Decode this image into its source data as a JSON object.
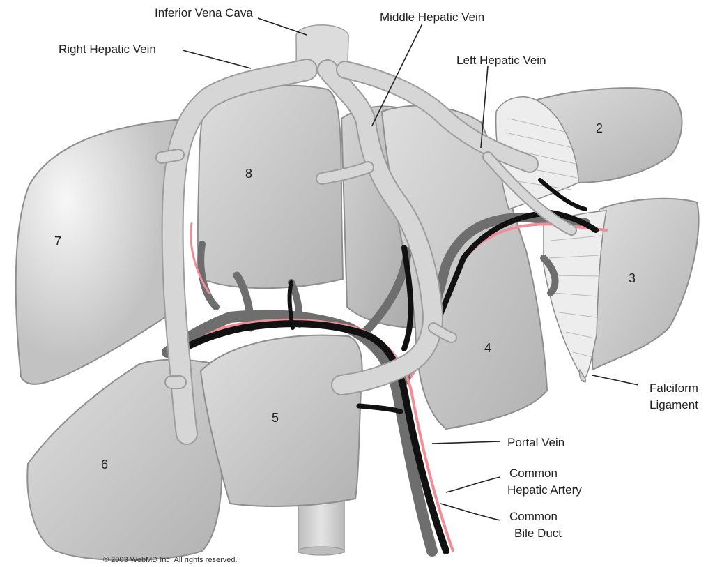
{
  "labels": {
    "inferior_vena_cava": "Inferior Vena Cava",
    "right_hepatic_vein": "Right Hepatic Vein",
    "middle_hepatic_vein": "Middle Hepatic Vein",
    "left_hepatic_vein": "Left Hepatic Vein",
    "falciform_line1": "Falciform",
    "falciform_line2": "Ligament",
    "portal_vein": "Portal Vein",
    "common_hepatic_artery_line1": "Common",
    "common_hepatic_artery_line2": "Hepatic Artery",
    "common_bile_duct_line1": "Common",
    "common_bile_duct_line2": "Bile Duct"
  },
  "segments": {
    "s2": "2",
    "s3": "3",
    "s4": "4",
    "s5": "5",
    "s6": "6",
    "s7": "7",
    "s8": "8"
  },
  "copyright": "© 2003 WebMD Inc. All rights reserved.",
  "colors": {
    "segment_fill": "#c8c8c8",
    "vein_fill": "#dcdcdc",
    "portal_vein": "#6e6e6e",
    "bile_duct": "#111111",
    "hepatic_artery": "#f28c97"
  }
}
